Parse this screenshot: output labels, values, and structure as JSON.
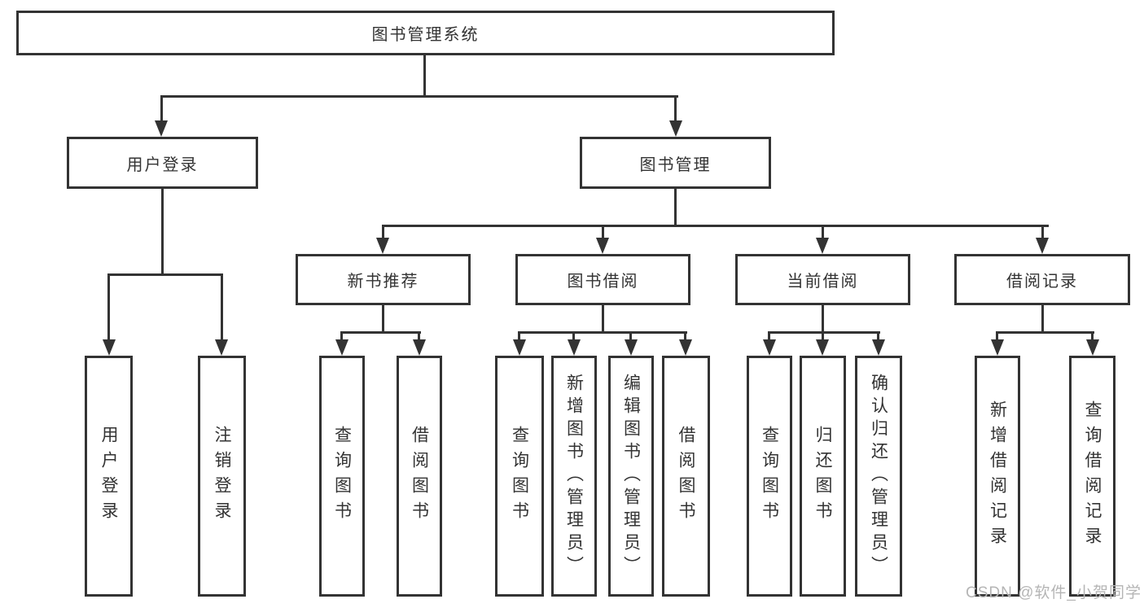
{
  "root": {
    "label": "图书管理系统"
  },
  "branches": [
    {
      "label": "用户登录",
      "leaves": [
        {
          "label": "用户登录"
        },
        {
          "label": "注销登录"
        }
      ]
    },
    {
      "label": "图书管理",
      "groups": [
        {
          "label": "新书推荐",
          "leaves": [
            {
              "label": "查询图书"
            },
            {
              "label": "借阅图书"
            }
          ]
        },
        {
          "label": "图书借阅",
          "leaves": [
            {
              "label": "查询图书"
            },
            {
              "label": "新增图书（管理员）"
            },
            {
              "label": "编辑图书（管理员）"
            },
            {
              "label": "借阅图书"
            }
          ]
        },
        {
          "label": "当前借阅",
          "leaves": [
            {
              "label": "查询图书"
            },
            {
              "label": "归还图书"
            },
            {
              "label": "确认归还（管理员）"
            }
          ]
        },
        {
          "label": "借阅记录",
          "leaves": [
            {
              "label": "新增借阅记录"
            },
            {
              "label": "查询借阅记录"
            }
          ]
        }
      ]
    }
  ],
  "watermark": {
    "text": "CSDN @软件_小贺同学"
  },
  "colors": {
    "line": "#333333",
    "box_border": "#333333",
    "text": "#333333",
    "background": "#ffffff",
    "watermark": "#b5b5b5"
  }
}
